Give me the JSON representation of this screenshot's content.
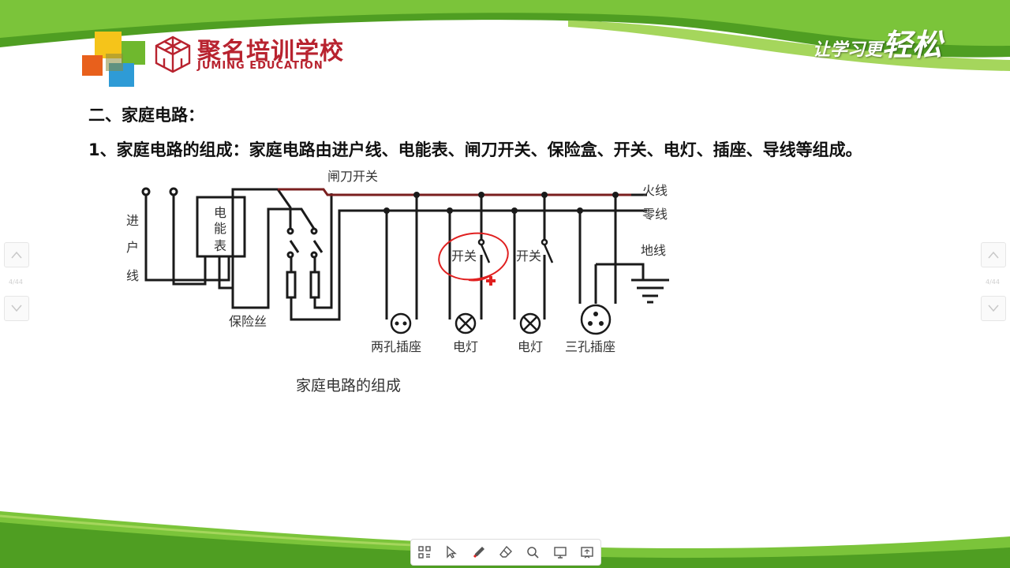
{
  "brand": {
    "name_cn": "聚名培训学校",
    "name_en": "JUMING EDUCATION",
    "slogan_small": "让学习更",
    "slogan_big": "轻松"
  },
  "content": {
    "heading": "二、家庭电路：",
    "line1": "1、家庭电路的组成：家庭电路由进户线、电能表、闸刀开关、保险盒、开关、电灯、插座、导线等组成。"
  },
  "diagram": {
    "labels": {
      "entry_line_1": "进",
      "entry_line_2": "户",
      "entry_line_3": "线",
      "meter_1": "电",
      "meter_2": "能",
      "meter_3": "表",
      "knife_switch": "闸刀开关",
      "fuse": "保险丝",
      "live_wire": "火线",
      "neutral_wire": "零线",
      "ground_wire": "地线",
      "switch_1": "开关",
      "switch_2": "开关",
      "two_hole_socket": "两孔插座",
      "lamp_1": "电灯",
      "lamp_2": "电灯",
      "three_hole_socket": "三孔插座",
      "caption": "家庭电路的组成"
    }
  },
  "nav": {
    "page_indicator": "4/44"
  },
  "colors": {
    "accent_green": "#6fb82e",
    "dark_green": "#3d8a1e",
    "brand_red": "#b8232f",
    "annotation_red": "#e02020",
    "live_wire": "#7a1e1e"
  },
  "toolbar": {
    "icons": [
      "grid-icon",
      "pointer-icon",
      "pen-icon",
      "eraser-icon",
      "search-icon",
      "screen-icon",
      "whiteboard-icon"
    ]
  }
}
